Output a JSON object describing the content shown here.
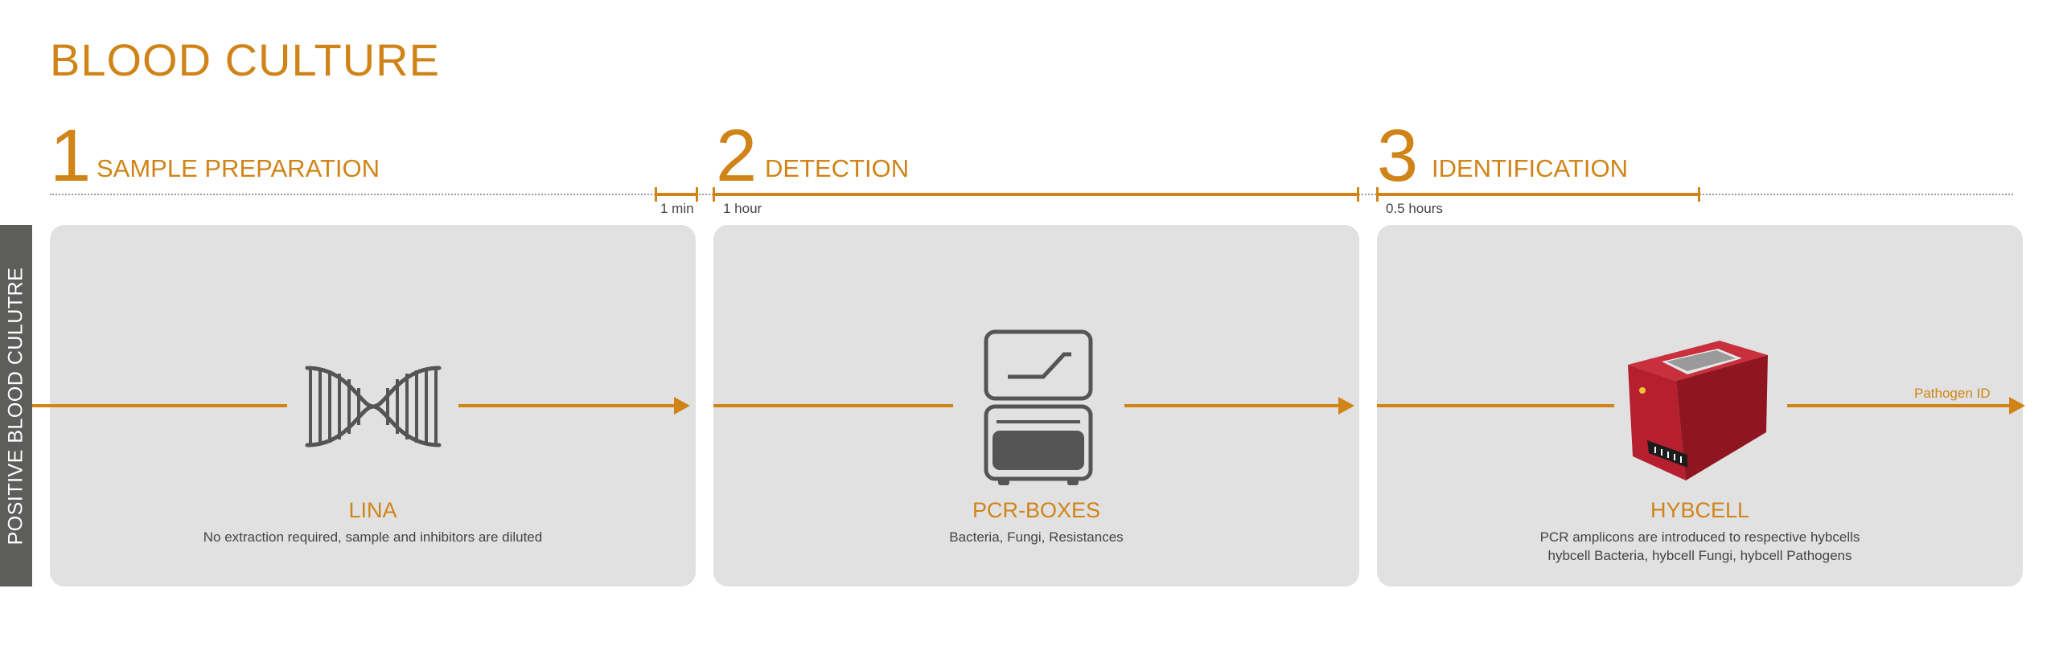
{
  "title": "BLOOD CULTURE",
  "side_label": "POSITIVE BLOOD CULUTRE",
  "steps": [
    {
      "number": "1",
      "label": "SAMPLE PREPARATION",
      "time": "1 min",
      "product": "LINA",
      "desc_lines": [
        "No extraction required, sample and inhibitors are diluted"
      ],
      "icon": "dna-icon"
    },
    {
      "number": "2",
      "label": "DETECTION",
      "time": "1 hour",
      "product": "PCR-BOXES",
      "desc_lines": [
        "Bacteria, Fungi, Resistances"
      ],
      "icon": "pcr-box-icon"
    },
    {
      "number": "3",
      "label": "IDENTIFICATION",
      "time": "0.5 hours",
      "product": "HYBCELL",
      "desc_lines": [
        "PCR amplicons are introduced to respective hybcells",
        "hybcell Bacteria, hybcell Fungi, hybcell Pathogens"
      ],
      "icon": "hybcell-device-icon"
    }
  ],
  "output_label": "Pathogen ID",
  "colors": {
    "accent": "#d08418",
    "panel": "#e1e1e1",
    "icon": "#555555",
    "side_band": "#5d5d5c",
    "device_red": "#b51f2e"
  }
}
